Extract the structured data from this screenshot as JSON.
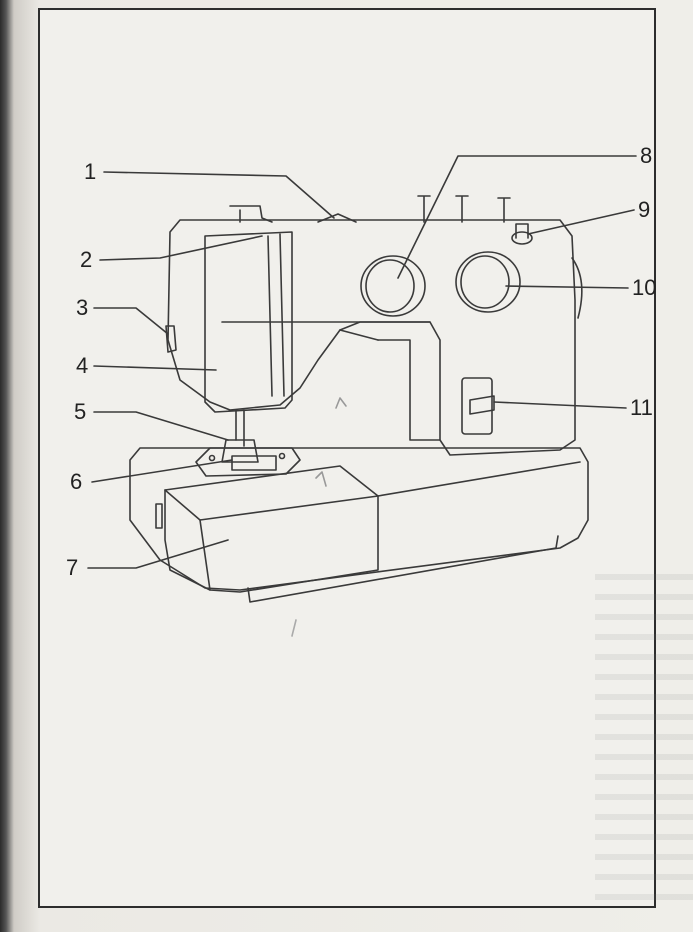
{
  "diagram": {
    "callouts": [
      {
        "id": "1",
        "label": "1"
      },
      {
        "id": "2",
        "label": "2"
      },
      {
        "id": "3",
        "label": "3"
      },
      {
        "id": "4",
        "label": "4"
      },
      {
        "id": "5",
        "label": "5"
      },
      {
        "id": "6",
        "label": "6"
      },
      {
        "id": "7",
        "label": "7"
      },
      {
        "id": "8",
        "label": "8"
      },
      {
        "id": "9",
        "label": "9"
      },
      {
        "id": "10",
        "label": "10"
      },
      {
        "id": "11",
        "label": "11"
      }
    ]
  },
  "colors": {
    "line": "#3a3a3a",
    "frame": "#2d2d2d",
    "paper": "#f1f0ec"
  }
}
